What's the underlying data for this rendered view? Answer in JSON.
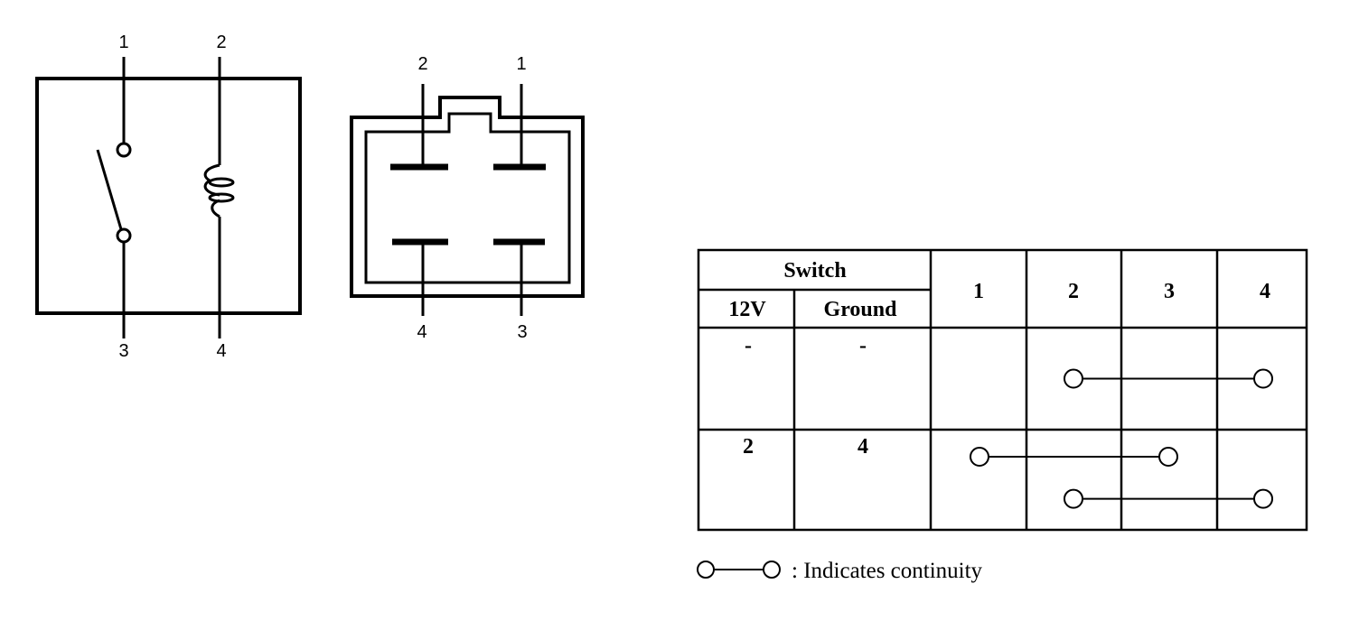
{
  "schematic": {
    "top_pins": [
      "1",
      "2"
    ],
    "bottom_pins": [
      "3",
      "4"
    ]
  },
  "connector": {
    "top_pins": [
      "2",
      "1"
    ],
    "bottom_pins": [
      "4",
      "3"
    ]
  },
  "table": {
    "switch_header": "Switch",
    "sub_headers": [
      "12V",
      "Ground"
    ],
    "terminal_headers": [
      "1",
      "2",
      "3",
      "4"
    ],
    "rows": [
      {
        "v12": "-",
        "ground": "-",
        "continuity": [
          [
            "2",
            "4"
          ]
        ]
      },
      {
        "v12": "2",
        "ground": "4",
        "continuity": [
          [
            "1",
            "3"
          ],
          [
            "2",
            "4"
          ]
        ]
      }
    ]
  },
  "legend": {
    "text": ": Indicates continuity"
  }
}
